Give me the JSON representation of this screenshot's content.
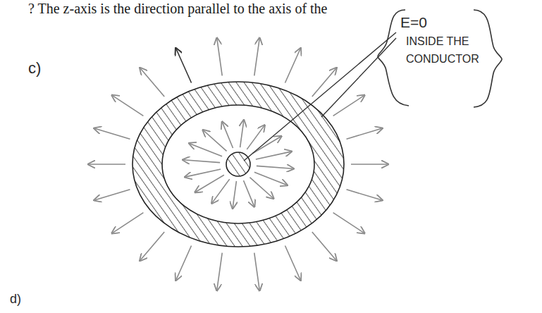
{
  "diagram": {
    "labels": [
      "? The z-axis is the direction parallel to the axis of the",
      "c)",
      "E=0",
      "INSIDE THE CONDUCTOR",
      "d)"
    ]
  }
}
